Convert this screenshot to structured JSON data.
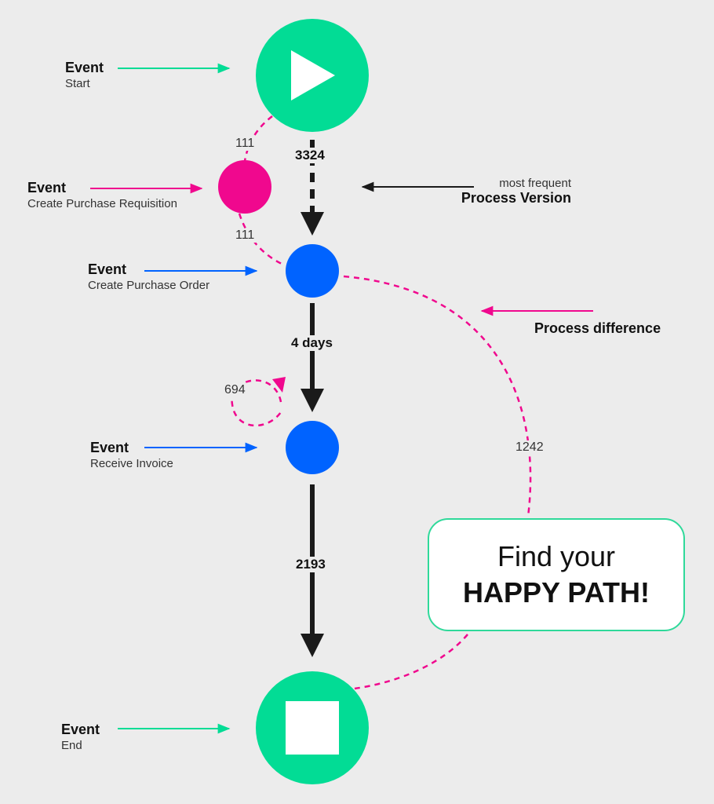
{
  "colors": {
    "green": "#02dc95",
    "magenta": "#f0088e",
    "blue": "#0063ff",
    "dark": "#1a1a1a",
    "background": "#ececec"
  },
  "events": [
    {
      "id": "start",
      "title": "Event",
      "subtitle": "Start",
      "shape": "play-icon",
      "color": "green"
    },
    {
      "id": "create_requisition",
      "title": "Event",
      "subtitle": "Create Purchase Requisition",
      "color": "magenta"
    },
    {
      "id": "create_order",
      "title": "Event",
      "subtitle": "Create Purchase Order",
      "color": "blue"
    },
    {
      "id": "receive_invoice",
      "title": "Event",
      "subtitle": "Receive Invoice",
      "color": "blue"
    },
    {
      "id": "end",
      "title": "Event",
      "subtitle": "End",
      "shape": "stop-icon",
      "color": "green"
    }
  ],
  "edges": [
    {
      "id": "start_to_order",
      "label": "3324"
    },
    {
      "id": "start_to_requisition",
      "label": "111"
    },
    {
      "id": "requisition_to_order",
      "label": "111"
    },
    {
      "id": "order_to_invoice",
      "label": "4 days"
    },
    {
      "id": "invoice_loop",
      "label": "694"
    },
    {
      "id": "invoice_to_end",
      "label": "2193"
    },
    {
      "id": "order_to_end",
      "label": "1242"
    }
  ],
  "annotations": {
    "most_frequent": {
      "line1": "most frequent",
      "line2": "Process Version"
    },
    "process_difference": "Process difference"
  },
  "callout": {
    "line1": "Find your",
    "line2": "HAPPY PATH!"
  }
}
